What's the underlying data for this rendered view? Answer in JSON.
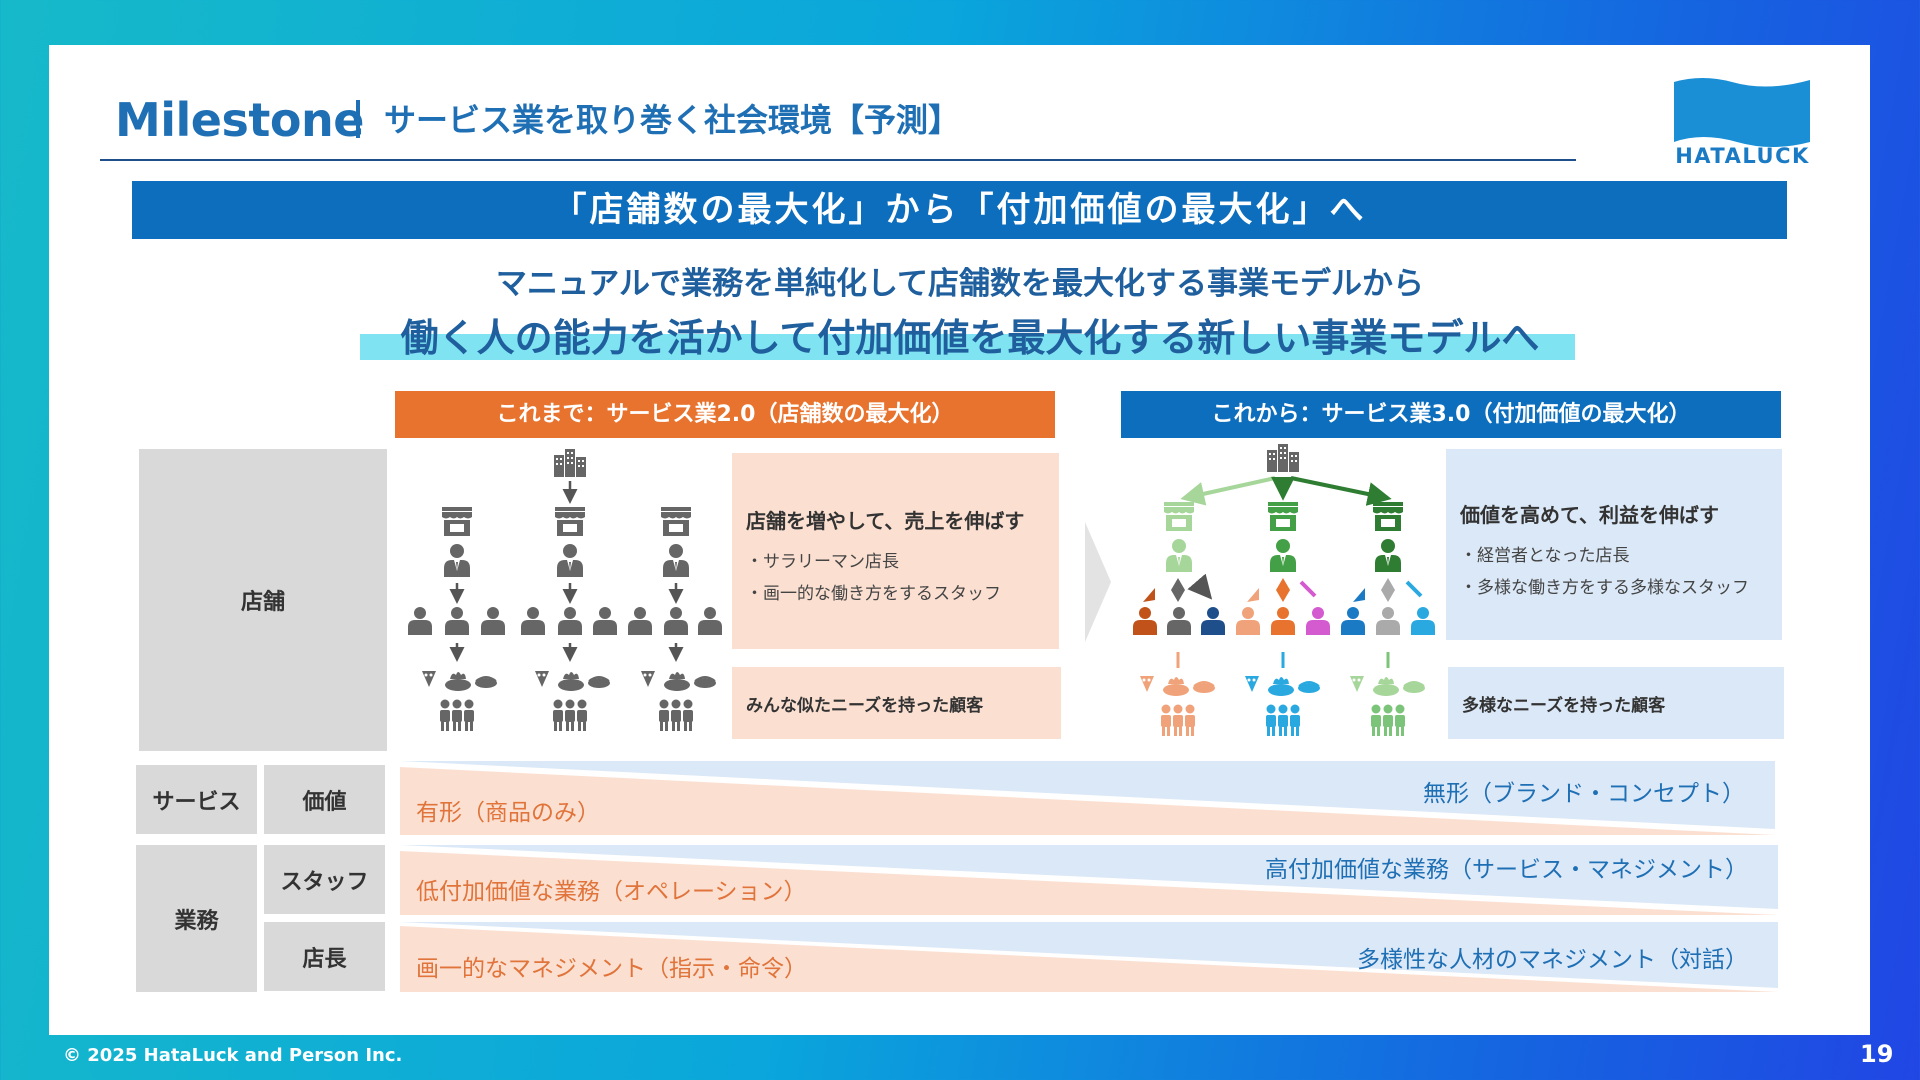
{
  "header": {
    "title": "Milestone",
    "subtitle": "サービス業を取り巻く社会環境【予測】",
    "logo_text": "HATALUCK"
  },
  "banner": "「店舗数の最大化」から「付加価値の最大化」へ",
  "lead": {
    "line1": "マニュアルで業務を単純化して店舗数を最大化する事業モデルから",
    "line2": "働く人の能力を活かして付加価値を最大化する新しい事業モデルへ"
  },
  "columns": {
    "before": "これまで：サービス業2.0（店舗数の最大化）",
    "after": "これから：サービス業3.0（付加価値の最大化）"
  },
  "row_labels": {
    "store": "店舗",
    "service": "サービス",
    "value": "価値",
    "work": "業務",
    "staff": "スタッフ",
    "manager": "店長"
  },
  "before_desc": {
    "title": "店舗を増やして、売上を伸ばす",
    "items": [
      "・サラリーマン店長",
      "・画一的な働き方をするスタッフ"
    ],
    "customer": "みんな似たニーズを持った顧客"
  },
  "after_desc": {
    "title": "価値を高めて、利益を伸ばす",
    "items": [
      "・経営者となった店長",
      "・多様な働き方をする多様なスタッフ"
    ],
    "customer": "多様なニーズを持った顧客"
  },
  "comparisons": {
    "value": {
      "left": "有形（商品のみ）",
      "right": "無形（ブランド・コンセプト）"
    },
    "staff": {
      "left": "低付加価値な業務（オペレーション）",
      "right": "高付加価値な業務（サービス・マネジメント）"
    },
    "manager": {
      "left": "画一的なマネジメント（指示・命令）",
      "right": "多様性な人材のマネジメント（対話）"
    }
  },
  "footer": {
    "copyright": "© 2025 HataLuck and Person Inc.",
    "page": "19"
  },
  "colors": {
    "brand_blue": "#0c6ebd",
    "orange": "#e8732e",
    "light_orange": "#fbe0d2",
    "light_blue": "#dbe8f7",
    "highlight": "#7fe3f1"
  }
}
